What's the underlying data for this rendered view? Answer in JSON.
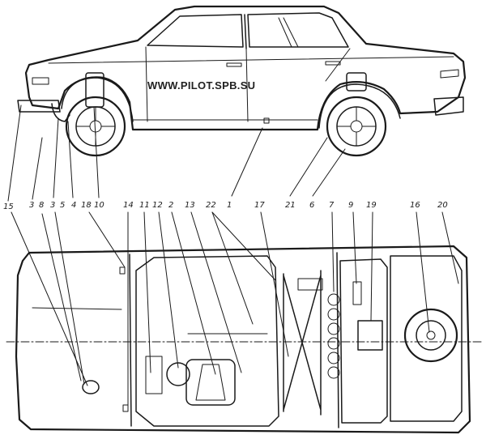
{
  "watermark": "WWW.PILOT.SPB.SU",
  "callouts": [
    {
      "id": "15",
      "text": "15"
    },
    {
      "id": "3a",
      "text": "3"
    },
    {
      "id": "8",
      "text": "8"
    },
    {
      "id": "3b",
      "text": "3"
    },
    {
      "id": "5",
      "text": "5"
    },
    {
      "id": "4",
      "text": "4"
    },
    {
      "id": "18",
      "text": "18"
    },
    {
      "id": "10",
      "text": "10"
    },
    {
      "id": "14",
      "text": "14"
    },
    {
      "id": "11",
      "text": "11"
    },
    {
      "id": "12",
      "text": "12"
    },
    {
      "id": "2",
      "text": "2"
    },
    {
      "id": "13",
      "text": "13"
    },
    {
      "id": "22",
      "text": "22"
    },
    {
      "id": "1",
      "text": "1"
    },
    {
      "id": "17",
      "text": "17"
    },
    {
      "id": "21",
      "text": "21"
    },
    {
      "id": "6",
      "text": "6"
    },
    {
      "id": "7",
      "text": "7"
    },
    {
      "id": "9",
      "text": "9"
    },
    {
      "id": "19",
      "text": "19"
    },
    {
      "id": "16",
      "text": "16"
    },
    {
      "id": "20",
      "text": "20"
    }
  ],
  "colors": {
    "ink": "#1a1a1a",
    "paper": "#ffffff"
  }
}
